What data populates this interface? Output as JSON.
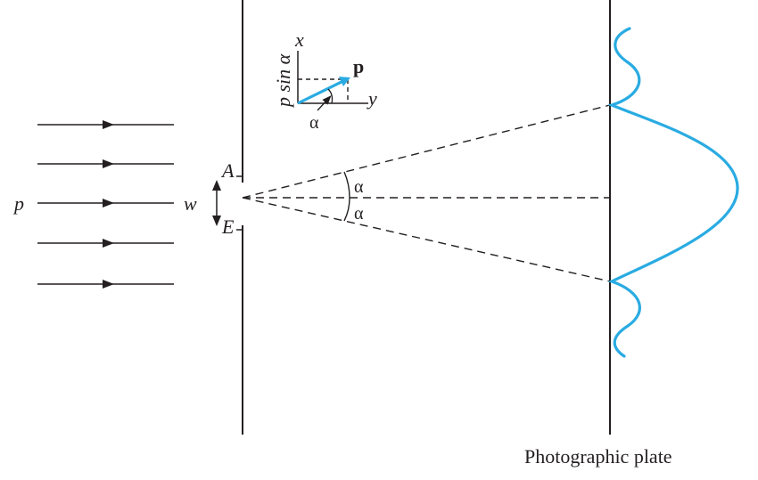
{
  "labels": {
    "momentum": "p",
    "width": "w",
    "edge_top": "A",
    "edge_bottom": "E",
    "angle_upper": "α",
    "angle_lower": "α",
    "inset_x": "x",
    "inset_y": "y",
    "inset_p": "p",
    "inset_psin": "p sin α",
    "inset_alpha": "α",
    "plate_caption": "Photographic plate"
  },
  "colors": {
    "ink": "#231f20",
    "intensity": "#29abe2",
    "arrow_vector": "#29abe2"
  }
}
